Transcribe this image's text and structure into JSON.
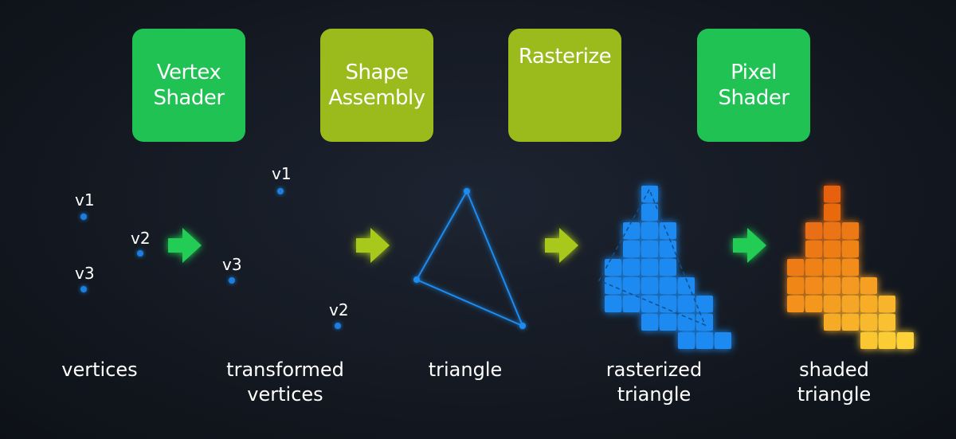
{
  "stages": [
    {
      "label": "Vertex\nShader",
      "color": "#1fc253"
    },
    {
      "label": "Shape\nAssembly",
      "color": "#9bbb1d"
    },
    {
      "label": "Rasterize",
      "color": "#9bbb1d"
    },
    {
      "label": "Pixel\nShader",
      "color": "#1fc253"
    }
  ],
  "vertices": {
    "v1": "v1",
    "v2": "v2",
    "v3": "v3"
  },
  "captions": {
    "vertices": "vertices",
    "transformed": "transformed\nvertices",
    "triangle": "triangle",
    "rasterized": "rasterized\ntriangle",
    "shaded": "shaded\ntriangle"
  },
  "colors": {
    "background": "#141922",
    "vertex_point": "#1a7fe0",
    "triangle_line": "#1e8cf0",
    "raster_cell": "#1a8af0",
    "arrow_green": "#22cc55",
    "arrow_lime": "#a8c81f",
    "shade_top": "#e3550b",
    "shade_bottom": "#fcd238"
  },
  "icons": [
    "green-arrow-icon",
    "lime-arrow-icon"
  ]
}
